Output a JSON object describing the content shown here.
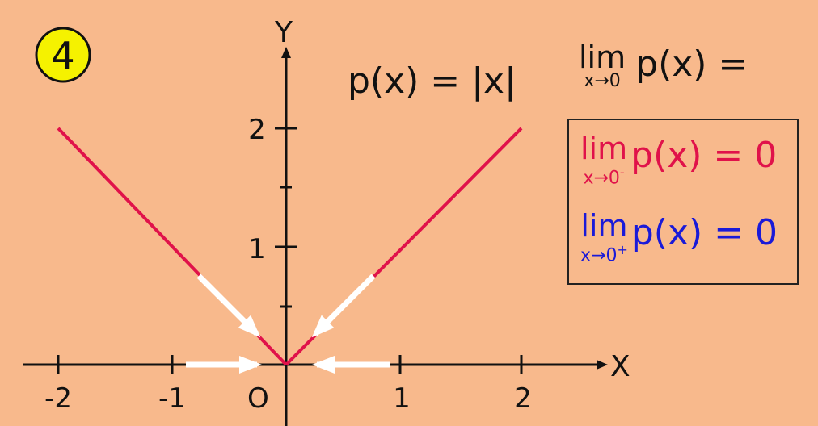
{
  "badge": {
    "label": "4",
    "color": "#f5f200"
  },
  "function_label": "p(x) = |x|",
  "axes": {
    "x_label": "X",
    "y_label": "Y",
    "origin_label": "O",
    "x_ticks": [
      "-2",
      "-1",
      "1",
      "2"
    ],
    "y_ticks": [
      "1",
      "2"
    ]
  },
  "graph": {
    "line_color": "#e0124a",
    "arrow_color": "#ffffff",
    "left_branch": {
      "from": [
        -2,
        2
      ],
      "to": [
        0,
        0
      ]
    },
    "right_branch": {
      "from": [
        0,
        0
      ],
      "to": [
        2,
        2
      ]
    }
  },
  "limit_question": {
    "lim": "lim",
    "subscript": "x→0",
    "expr": "p(x) ="
  },
  "left_limit": {
    "lim": "lim",
    "subscript": "x→0",
    "sign": "-",
    "expr": "p(x) = 0",
    "color": "#e0124a"
  },
  "right_limit": {
    "lim": "lim",
    "subscript": "x→0",
    "sign": "+",
    "expr": "p(x) = 0",
    "color": "#1a1ad8"
  }
}
